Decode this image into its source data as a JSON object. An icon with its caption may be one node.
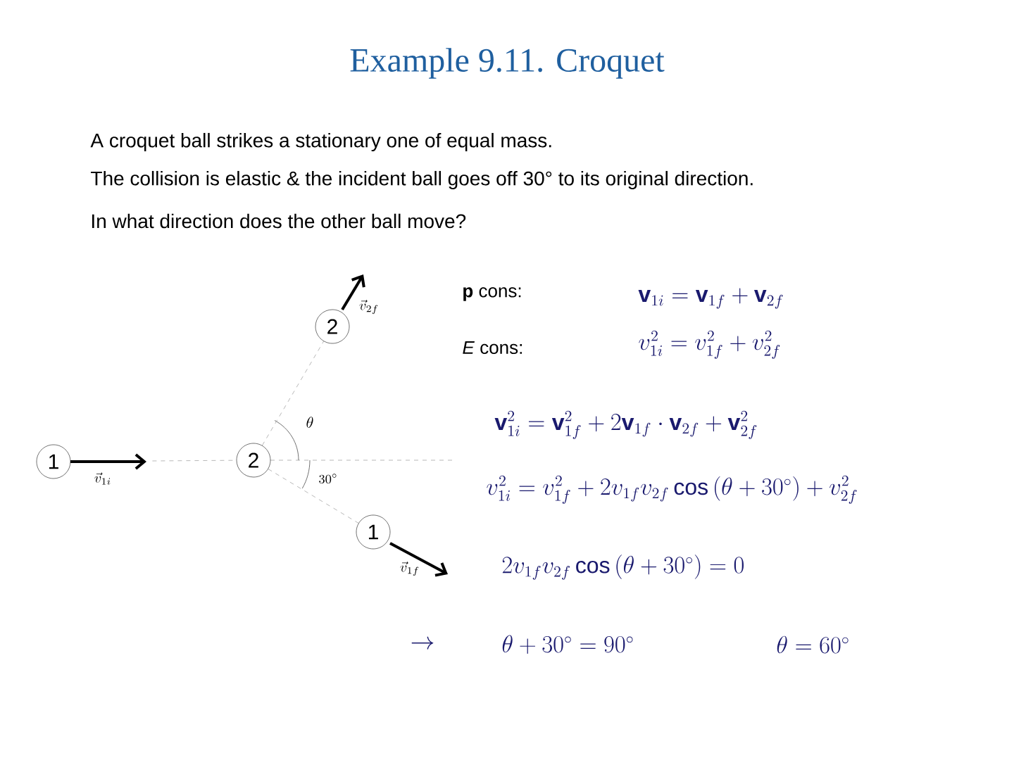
{
  "diagram": {
    "title": "Example 9.11.  Croquet",
    "nodes": [
      {
        "text": [
          "1"
        ]
      },
      {
        "text": [
          "2"
        ]
      },
      {
        "text": [
          "2"
        ]
      },
      {
        "text": [
          "1"
        ]
      }
    ],
    "edges": [
      {
        "from": 0,
        "to": 1,
        "arrow": "none",
        "style": "dashed"
      },
      {
        "from": 1,
        "to": 2,
        "arrow": "none",
        "style": "dashed"
      },
      {
        "from": 1,
        "to": 3,
        "arrow": "none",
        "style": "dashed"
      }
    ],
    "labels": [
      "A croquet ball strikes a stationary one of equal mass.",
      "The collision is elastic & the incident ball goes off 30° to its original direction.",
      "In what direction does the other ball move?",
      "\\vec{v}_{2f}",
      "**p** cons:",
      "\\mathbf{v}_{1i} = \\mathbf{v}_{1f} + \\mathbf{v}_{2f}",
      "*E* cons:",
      "v_{1i}^{2} = v_{1f}^{2} + v_{2f}^{2}",
      "\\theta",
      "\\mathbf{v}_{1i}^{2} = \\mathbf{v}_{1f}^{2} + 2\\mathbf{v}_{1f}\\cdot\\mathbf{v}_{2f} + \\mathbf{v}_{2f}^{2}",
      "\\vec{v}_{1i}",
      "30^{\\circ}",
      "v_{1i}^{2} = v_{1f}^{2} + 2v_{1f}v_{2f}\\cos\\left(\\theta+30^{\\circ}\\right) + v_{2f}^{2}",
      "2v_{1f}v_{2f}\\cos\\left(\\theta+30^{\\circ}\\right) = 0",
      "\\vec{v}_{1f}",
      "\\rightarrow",
      "\\theta+30^{\\circ} = 90^{\\circ}",
      "\\theta = 60^{\\circ}"
    ]
  }
}
